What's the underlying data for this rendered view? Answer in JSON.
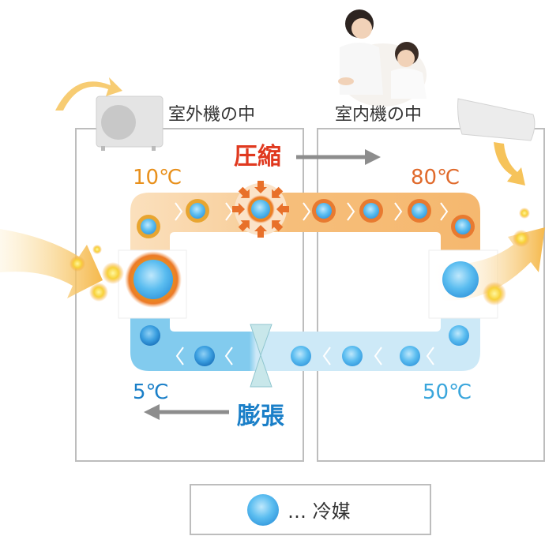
{
  "sections": {
    "outdoor_title": "室外機の中",
    "indoor_title": "室内機の中"
  },
  "process": {
    "compress": "圧縮",
    "expand": "膨張"
  },
  "temperatures": {
    "before_compress": "10℃",
    "after_compress": "80℃",
    "after_expand": "5℃",
    "before_expand": "50℃"
  },
  "legend": {
    "label": "… 冷媒"
  },
  "colors": {
    "compress_text": "#e0391f",
    "expand_text": "#1a7fc8",
    "warm_temp": "#e8901c",
    "hot_temp": "#e06a2c",
    "cold_temp": "#1a7fc8",
    "cool_temp": "#3aa6dc",
    "refrigerant": "#5bbdf0"
  }
}
